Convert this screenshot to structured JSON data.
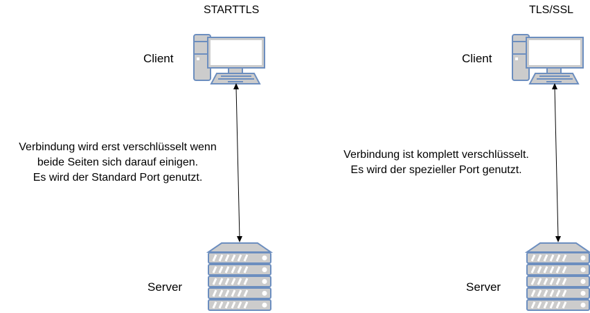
{
  "diagram": {
    "left": {
      "title": "STARTTLS",
      "client_label": "Client",
      "server_label": "Server",
      "description": [
        "Verbindung wird erst verschlüsselt wenn",
        "beide Seiten sich darauf einigen.",
        "Es wird der Standard Port genutzt."
      ]
    },
    "right": {
      "title": "TLS/SSL",
      "client_label": "Client",
      "server_label": "Server",
      "description": [
        "Verbindung ist komplett verschlüsselt.",
        "Es wird der spezieller Port genutzt."
      ]
    },
    "icons": {
      "client": "desktop-computer-icon",
      "server": "server-rack-icon",
      "connection": "bidirectional-arrow"
    },
    "colors": {
      "icon_stroke": "#6c8ebf",
      "icon_fill": "#cccccc",
      "screen_fill": "#ffffff",
      "text": "#000000",
      "arrow": "#000000"
    }
  }
}
